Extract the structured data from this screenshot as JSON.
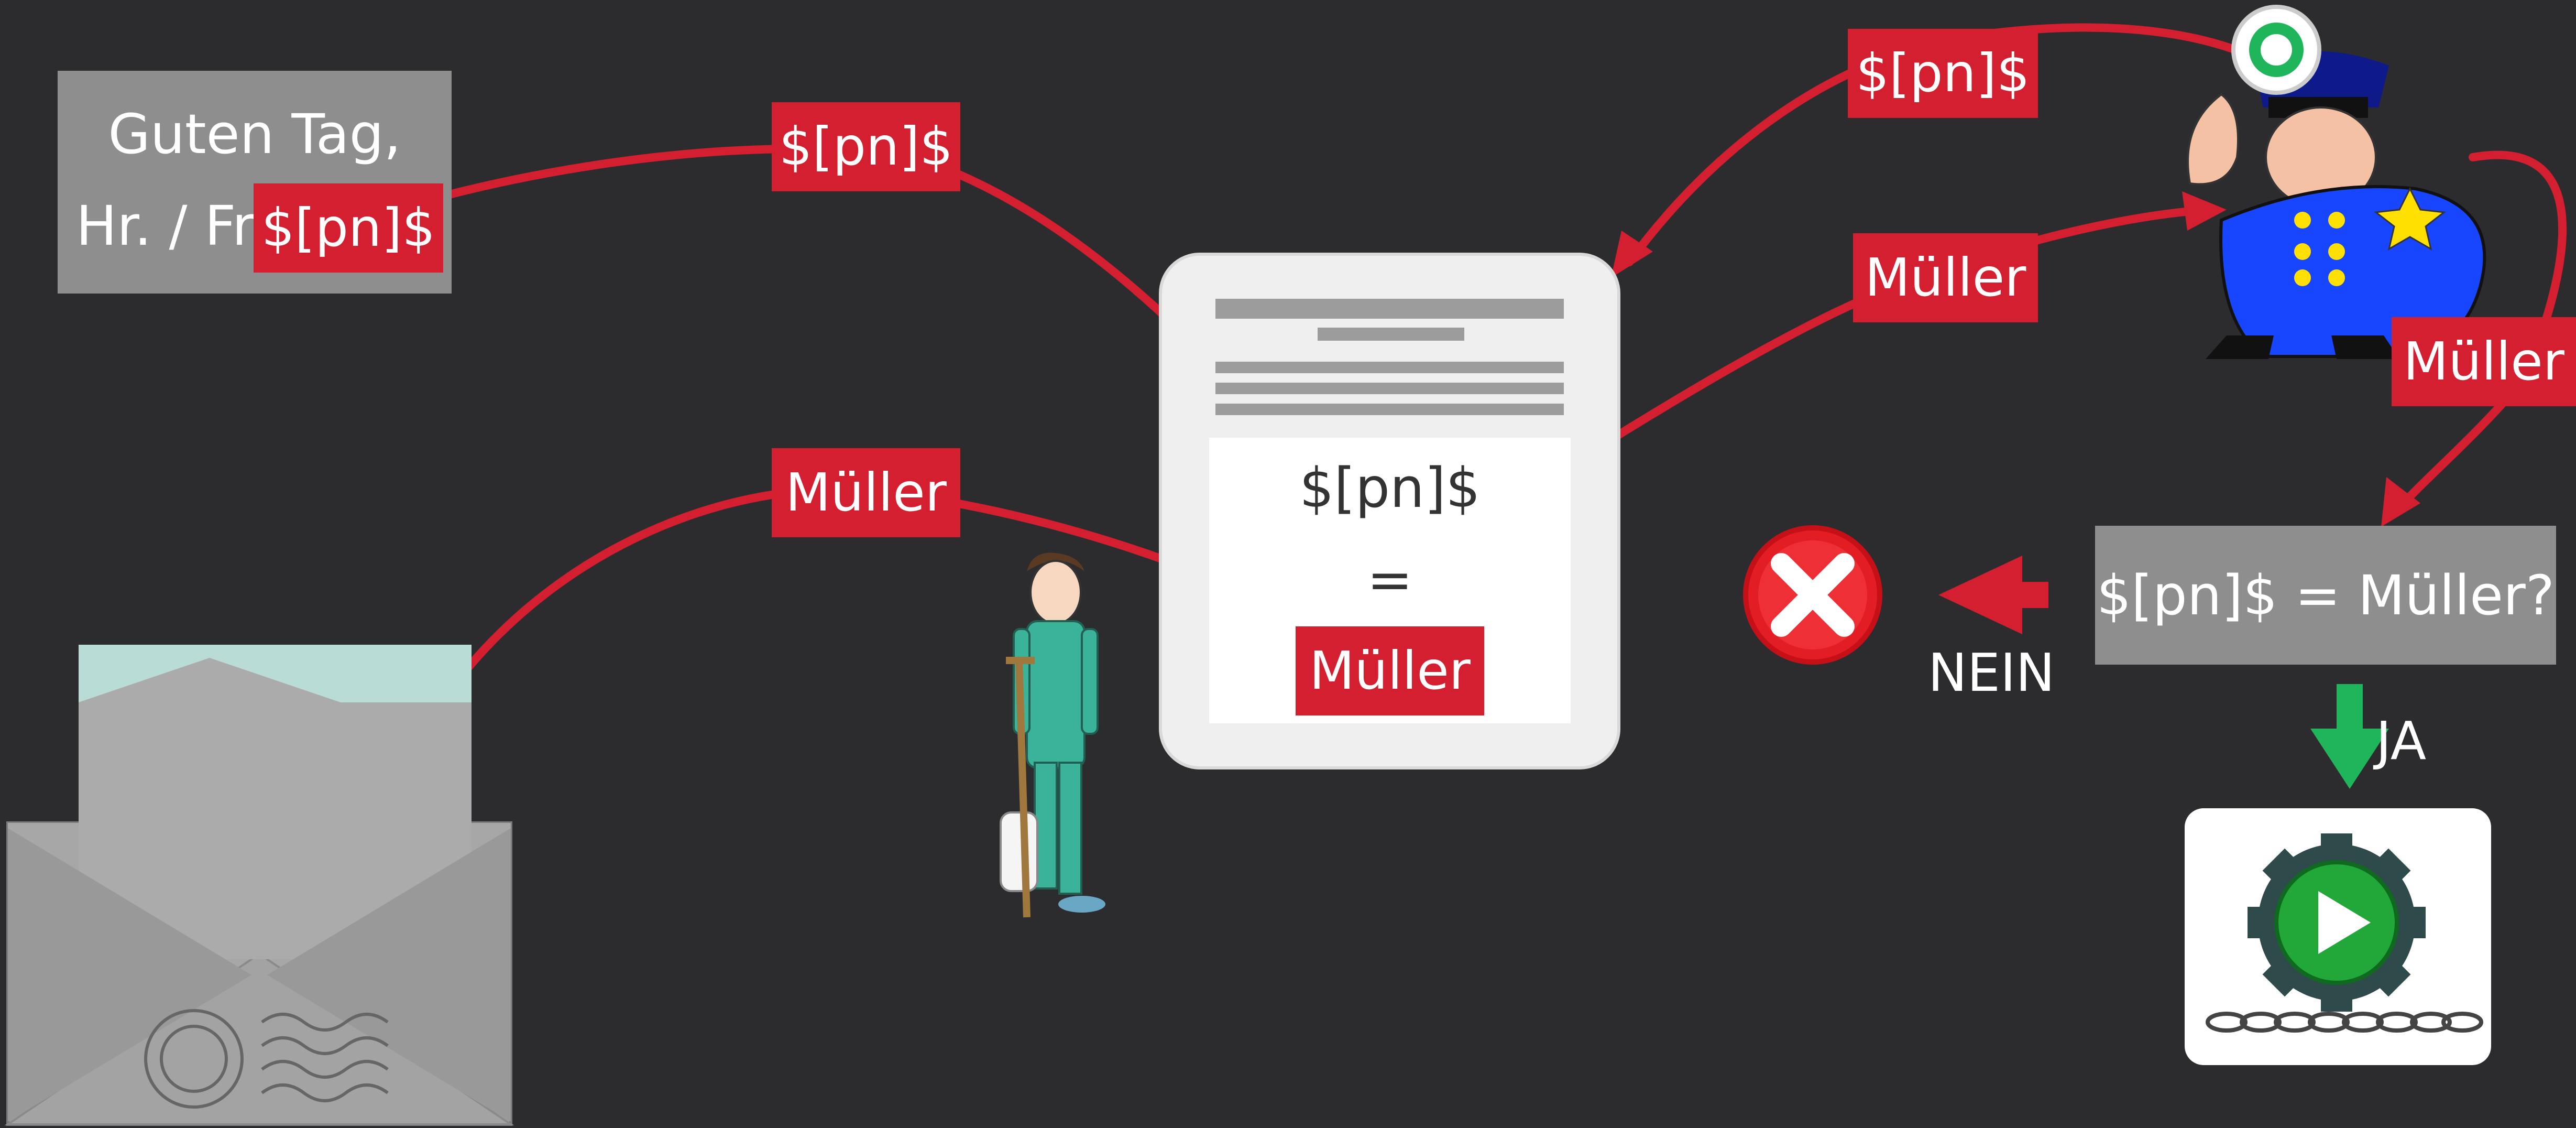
{
  "greeting": {
    "line1": "Guten Tag,",
    "line2_prefix": "Hr. / Fr.",
    "placeholder": "$[pn]$"
  },
  "tags": {
    "placeholder_top": "$[pn]$",
    "name_middle": "Müller",
    "placeholder_right": "$[pn]$",
    "name_right": "Müller",
    "name_far_right": "Müller"
  },
  "document": {
    "placeholder": "$[pn]$",
    "equals": "=",
    "name": "Müller"
  },
  "check": {
    "question": "$[pn]$ = Müller?",
    "no_label": "NEIN",
    "yes_label": "JA"
  },
  "colors": {
    "background": "#2c2c2e",
    "tag_red": "#d31f30",
    "box_gray": "#8e8e8e",
    "arrow_green": "#1fb55a"
  },
  "icons": {
    "envelope": "envelope-icon",
    "patient": "injured-patient-icon",
    "police": "police-officer-icon",
    "reject": "red-x-icon",
    "execute": "gear-play-icon"
  }
}
